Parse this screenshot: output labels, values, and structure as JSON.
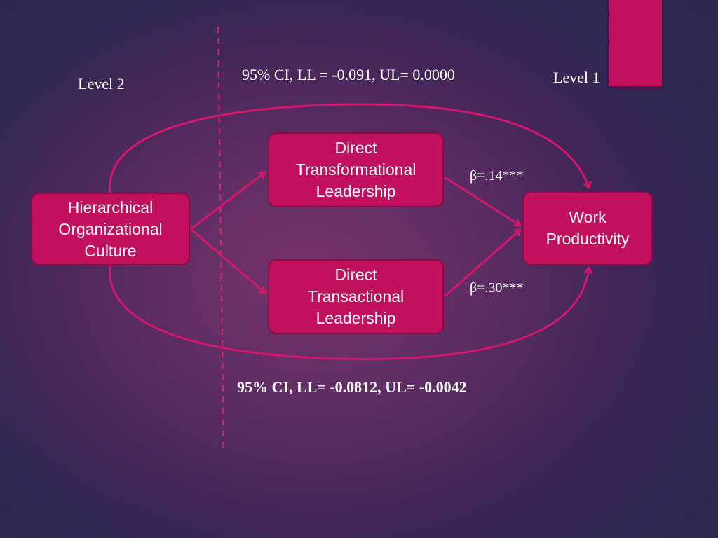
{
  "labels": {
    "level2": "Level 2",
    "level1": "Level 1",
    "ci_top": "95% CI, LL = -0.091, UL= 0.0000",
    "ci_bottom": "95% CI, LL= -0.0812, UL= -0.0042",
    "beta_transformational": "β=.14***",
    "beta_transactional": "β=.30***"
  },
  "nodes": {
    "culture": [
      "Hierarchical",
      "Organizational",
      "Culture"
    ],
    "transformational": [
      "Direct",
      "Transformational",
      "Leadership"
    ],
    "transactional": [
      "Direct",
      "Transactional",
      "Leadership"
    ],
    "productivity": [
      "Work",
      "Productivity"
    ]
  },
  "colors": {
    "box_fill": "#c0105e",
    "arrow": "#d4176a",
    "divider": "#e0206e",
    "accent_bar": "#c0105e"
  }
}
